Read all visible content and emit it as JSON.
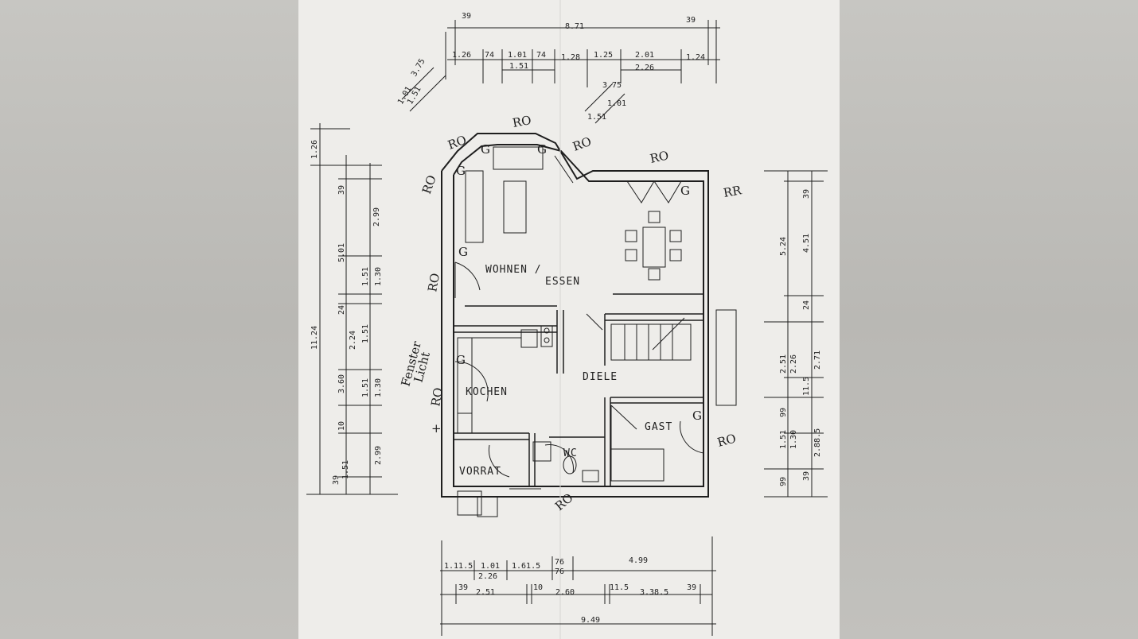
{
  "colors": {
    "paper": "#eeedea",
    "ink": "#1e1e1e",
    "background": "#bdbcb8"
  },
  "rooms": {
    "wohnen": "WOHNEN /",
    "essen": "ESSEN",
    "kochen": "KOCHEN",
    "diele": "DIELE",
    "gast": "GAST",
    "vorrat": "VORRAT",
    "wc": "WC"
  },
  "top_dims": {
    "total": "8.71",
    "edge_l": "39",
    "edge_r": "39",
    "r1": [
      "1.26",
      "74",
      "1.01",
      "74",
      "1.28",
      "1.25",
      "2.01",
      "1.24"
    ],
    "r2a": "1.51",
    "r2b": "2.26"
  },
  "bay_dims": {
    "left": [
      "3.75",
      "1.01",
      "1.51"
    ],
    "right": [
      "3.75",
      "1.01",
      "1.51"
    ]
  },
  "left_dims": {
    "outer": "11.24",
    "c1": [
      "1.26",
      "5.01",
      "24",
      "3.60",
      "10",
      "39"
    ],
    "c2": [
      "39",
      "1.51",
      "24",
      "1.51",
      "1.51"
    ],
    "c3": [
      "2.99",
      "1.30",
      "2.24",
      "1.30",
      "2.99"
    ]
  },
  "right_dims": {
    "c1": [
      "5.24",
      "2.51",
      "99",
      "1.51",
      "99"
    ],
    "c2": [
      "39",
      "4.51",
      "24",
      "2.26",
      "11.5",
      "1.30",
      "39"
    ],
    "c3": [
      "2.71",
      "2.88.5"
    ]
  },
  "bottom_dims": {
    "r1": [
      "1.11.5",
      "1.01",
      "1.61.5",
      "76",
      "4.99"
    ],
    "r1b": [
      "2.26",
      "76"
    ],
    "r2": [
      "39",
      "2.51",
      "10",
      "2.60",
      "11.5",
      "3.38.5",
      "39"
    ],
    "total": "9.49"
  },
  "notes": {
    "ro": "RO",
    "g": "G",
    "rr": "RR",
    "fenster": "Fenster",
    "licht": "Licht",
    "plus": "+"
  }
}
